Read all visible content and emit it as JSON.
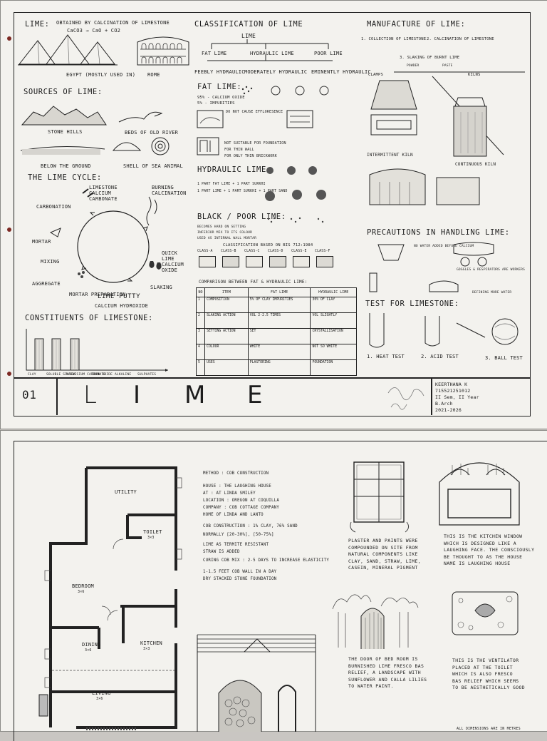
{
  "sheet1": {
    "lime_heading": "LIME:",
    "calcination_note": "OBTAINED BY CALCINATION OF LIMESTONE",
    "calcination_formula": "CaCO3 → CaO + CO2",
    "egypt": "EGYPT (MOSTLY USED IN)",
    "rome": "ROME",
    "sources_heading": "SOURCES OF LIME:",
    "stone_hills": "STONE HILLS",
    "beds_river": "BEDS OF OLD RIVER",
    "below_ground": "BELOW THE GROUND",
    "shell": "SHELL OF SEA ANIMAL",
    "cycle_heading": "THE LIME CYCLE:",
    "cycle_limestone": "LIMESTONE CALCIUM CARBONATE",
    "cycle_burning": "BURNING CALCINATION",
    "cycle_carbonation": "CARBONATION",
    "cycle_mortar": "MORTAR",
    "cycle_mixing": "MIXING",
    "cycle_quicklime": "QUICK LIME CALCIUM OXIDE",
    "cycle_aggregate": "AGGREGATE",
    "cycle_slaking": "SLAKING",
    "cycle_mortar_prep": "MORTAR PREPARATION",
    "cycle_putty": "LIME PUTTY",
    "cycle_hydroxide": "CALCIUM HYDROXIDE",
    "constituents_heading": "CONSTITUENTS OF LIMESTONE:",
    "bar_labels": [
      "CLAY",
      "SOLUBLE SILICA",
      "MAGNESIUM CARBONATE",
      "IRON OXIDE",
      "ALKALINE",
      "SULPHATES"
    ],
    "class_heading": "CLASSIFICATION OF LIME",
    "class_lime": "LIME",
    "class_fat": "FAT LIME",
    "class_hydraulic": "HYDRAULIC LIME",
    "class_poor": "POOR LIME",
    "class_feebly": "FEEBLY HYDRAULIC",
    "class_moderately": "MODERATELY HYDRAULIC",
    "class_eminently": "EMINENTLY HYDRAULIC",
    "fat_heading": "FAT LIME:",
    "fat_comp1": "95% - CALCIUM OXIDE",
    "fat_comp2": "5% - IMPURITIES",
    "fat_notes": [
      "DO NOT CAUSE EFFLORESENCE",
      "NOT SUITABLE FOR FOUNDATION",
      "FOR THIN WALL",
      "FOR ONLY THIN BRICKWORK"
    ],
    "hydraulic_heading": "HYDRAULIC LIME:",
    "hydraulic_notes": [
      "1 PART FAT LIME + 1 PART SURKHI",
      "1 PART LIME + 1 PART SURKHI + 1 PART SAND"
    ],
    "poor_heading": "BLACK / POOR LIME:",
    "poor_notes": [
      "BECOMES HARD ON SETTING",
      "INFERIOR MIX TO ITS COLOUR",
      "USED AS INTERNAL WALL MORTAR"
    ],
    "bis_heading": "CLASSIFICATION BASED ON BIS 712:1984",
    "bis_classes": [
      "CLASS-A",
      "CLASS-B",
      "CLASS-C",
      "CLASS-D",
      "CLASS-E",
      "CLASS-F"
    ],
    "compare_heading": "COMPARISON BETWEEN FAT & HYDRAULIC LIME:",
    "compare_cols": [
      "NO",
      "ITEM",
      "FAT LIME",
      "HYDRAULIC LIME"
    ],
    "compare_rows": [
      [
        "1",
        "COMPOSITION",
        "5% OF CLAY IMPURITIES",
        "30% OF CLAY"
      ],
      [
        "2",
        "SLAKING ACTION",
        "VOL 2-2.5 TIMES",
        "VOL SLIGHTLY"
      ],
      [
        "3",
        "SETTING ACTION",
        "SET",
        "CRYSTALLISATION"
      ],
      [
        "4",
        "COLOUR",
        "WHITE",
        "NOT SO WHITE"
      ],
      [
        "5",
        "USES",
        "PLASTERING",
        "FOUNDATION"
      ]
    ],
    "manu_heading": "MANUFACTURE OF LIME:",
    "manu_step1": "1. COLLECTION OF LIMESTONE",
    "manu_step2": "2. CALCINATION OF LIMESTONE",
    "manu_step3": "3. SLAKING OF BURNT LIME",
    "manu_powder": "POWDER",
    "manu_paste": "PASTE",
    "clamps": "CLAMPS",
    "kilns": "KILNS",
    "intermittent": "INTERMITTENT KILN",
    "continuous": "CONTINUOUS KILN",
    "precautions_heading": "PRECAUTIONS IN HANDLING LIME:",
    "precautions": [
      "NO WATER ADDED BEFORE CALCIUM",
      "GOGGLES & RESPIRATORS ARE WORKERS",
      "DEFINING MORE WATER"
    ],
    "test_heading": "TEST FOR LIMESTONE:",
    "tests": [
      "1. HEAT TEST",
      "2. ACID TEST",
      "3. BALL TEST"
    ],
    "title_number": "01",
    "title_letters": [
      "L",
      "I",
      "M",
      "E"
    ],
    "student_name": "KEERTHANA K",
    "student_id": "715521251012",
    "semester": "II Sem, II Year",
    "program": "B.Arch",
    "batch": "2021-2026"
  },
  "sheet2": {
    "rooms": [
      "UTILITY",
      "TOILET",
      "BEDROOM",
      "DINING",
      "KITCHEN",
      "LIVING"
    ],
    "room_dims": [
      "",
      "3×3",
      "3×6",
      "3×6",
      "3×3",
      "3×6"
    ],
    "method_lines": [
      "METHOD : COB CONSTRUCTION",
      "HOUSE : THE LAUGHING HOUSE",
      "AT : AT LINDA SMILEY",
      "LOCATION : OREGON AT COQUILLA",
      "COMPANY : COB COTTAGE COMPANY",
      "HOME OF LINDA AND LANTO",
      "COB CONSTRUCTION : 1% CLAY, 76% SAND",
      "NORMALLY [20-30%], [50-75%]",
      "LIME AS TERMITE RESISTANT",
      "STRAW IS ADDED",
      "CURING COB MIX : 2-5 DAYS TO INCREASE ELASTICITY",
      "1-1.5 feet COB WALL IN A DAY",
      "DRY STACKED STONE FOUNDATION"
    ],
    "plaster_text": "PLASTER AND PAINTS WERE\nCOMPOUNDED ON SITE FROM\nNATURAL COMPONENTS LIKE\nCLAY, SAND, STRAW, LIME,\nCASEIN, MINERAL PIGMENT",
    "kitchen_window_text": "THIS IS THE KITCHEN WINDOW\nWHICH IS DESIGNED LIKE A\nLAUGHING FACE. THE CONSCIOUSLY\nBE THOUGHT TO AS THE HOUSE\nNAME IS LAUGHING HOUSE",
    "door_text": "THE DOOR OF BED ROOM IS\nBURNISHED LIME FRESCO BAS\nRELIEF, A LANDSCAPE WITH\nSUNFLOWER AND CALLA LILIES\nTO WATER PAINT.",
    "ventilator_text": "THIS IS THE VENTILATOR\nPLACED AT THE TOILET\nWHICH IS ALSO FRESCO\nBAS RELIEF WHICH SEEMS\nTO BE AESTHETICALLY GOOD",
    "dimensions_note": "ALL DIMENSIONS ARE IN METRES"
  }
}
